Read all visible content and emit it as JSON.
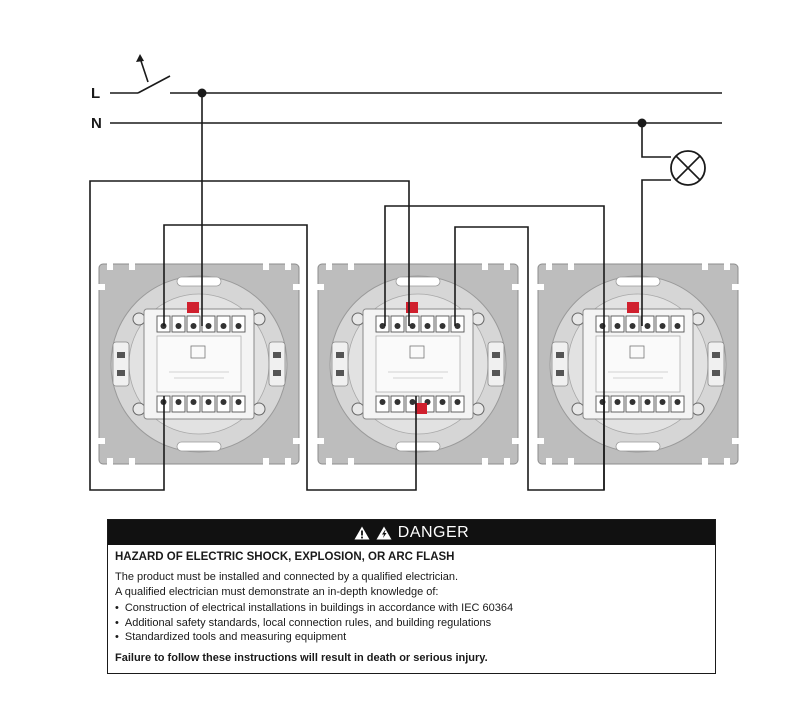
{
  "diagram": {
    "line_label": "L",
    "neutral_label": "N",
    "icons": [
      "switch-icon",
      "lamp-icon",
      "mechanism-icon"
    ],
    "colors": {
      "wire": "#1a1a1a",
      "terminal_accent": "#d0202e",
      "mechanism_metal": "#c8c8c8"
    }
  },
  "danger": {
    "header": "DANGER",
    "header_icons": [
      "warning-triangle-icon",
      "warning-triangle-icon"
    ],
    "hazard_title": "HAZARD OF ELECTRIC SHOCK, EXPLOSION, OR ARC FLASH",
    "intro_line_1": "The product must be installed and connected by a qualified electrician.",
    "intro_line_2": "A qualified electrician must demonstrate an in-depth knowledge of:",
    "bullets": [
      "Construction of electrical installations in buildings in accordance with IEC 60364",
      "Additional safety standards, local connection rules, and building regulations",
      "Standardized tools and measuring equipment"
    ],
    "failure": "Failure to follow these instructions will result in death or serious injury."
  }
}
